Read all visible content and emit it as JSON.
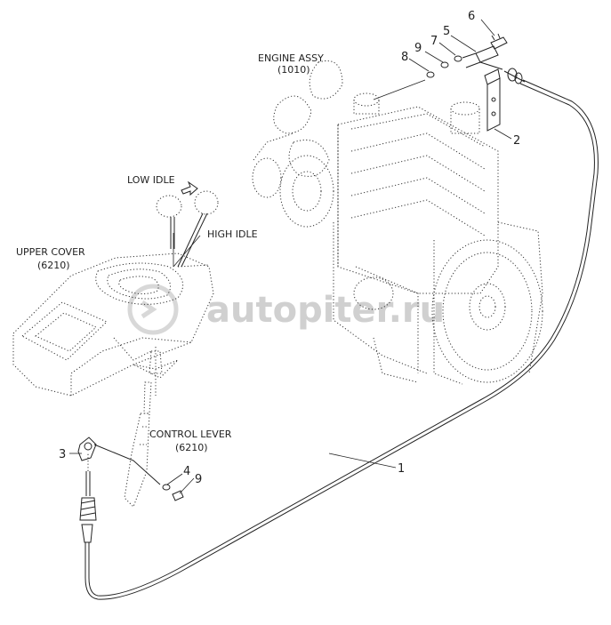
{
  "labels": {
    "engine_assy": "ENGINE ASSY",
    "engine_assy_code": "(1010)",
    "low_idle": "LOW IDLE",
    "high_idle": "HIGH IDLE",
    "upper_cover": "UPPER COVER",
    "upper_cover_code": "(6210)",
    "control_lever": "CONTROL LEVER",
    "control_lever_code": "(6210)"
  },
  "callouts": {
    "c1": "1",
    "c2": "2",
    "c3": "3",
    "c4": "4",
    "c5": "5",
    "c6": "6",
    "c7": "7",
    "c8": "8",
    "c9_top": "9",
    "c9_bottom": "9"
  },
  "watermark": {
    "text": "autopiter.ru"
  }
}
